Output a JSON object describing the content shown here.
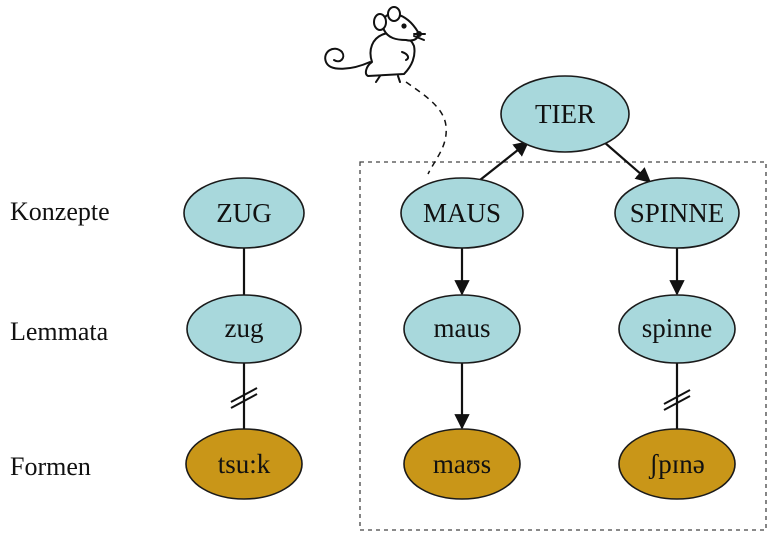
{
  "rows": {
    "concepts": "Konzepte",
    "lemmas": "Lemmata",
    "forms": "Formen"
  },
  "nodes": {
    "zug_concept": "ZUG",
    "zug_lemma": "zug",
    "zug_form": "tsu:k",
    "maus_concept": "MAUS",
    "maus_lemma": "maus",
    "maus_form": "maʊs",
    "spinne_concept": "SPINNE",
    "spinne_lemma": "spinne",
    "spinne_form": "ʃpɪnə",
    "tier_concept": "TIER"
  },
  "colors": {
    "concept_fill": "#a8d8dc",
    "form_fill": "#c99618",
    "line": "#111111"
  },
  "icons": {
    "mouse": "mouse-drawing-icon"
  }
}
